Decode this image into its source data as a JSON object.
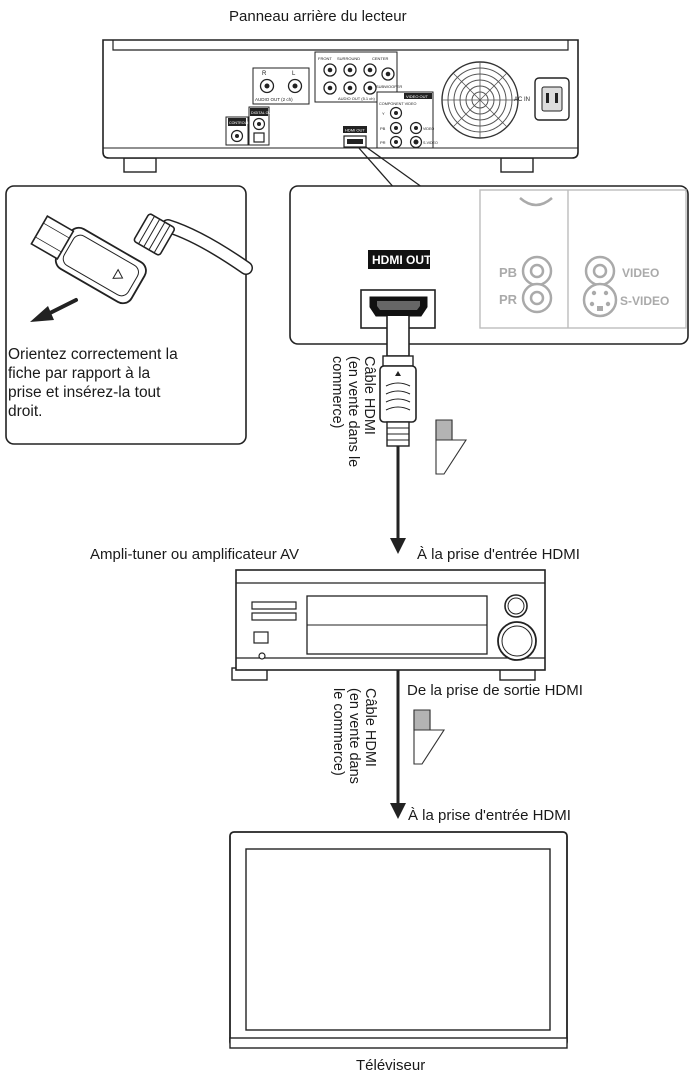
{
  "labels": {
    "player_rear_panel": "Panneau arrière du lecteur",
    "plug_instruction": [
      "Orientez correctement la",
      "fiche par rapport à la",
      "prise et insérez-la tout",
      "droit."
    ],
    "hdmi_out_badge": "HDMI OUT",
    "jack_pb": "PB",
    "jack_pr": "PR",
    "jack_video": "VIDEO",
    "jack_svideo": "S-VIDEO",
    "cable_label_1": [
      "Câble HDMI",
      "(en vente dans le",
      "commerce)"
    ],
    "amp_label": "Ampli-tuner ou amplificateur AV",
    "to_hdmi_input_1": "À la prise d'entrée HDMI",
    "from_hdmi_output": "De la prise de sortie HDMI",
    "cable_label_2": [
      "Câble HDMI",
      "(en vente dans",
      "le commerce)"
    ],
    "to_hdmi_input_2": "À la prise d'entrée HDMI",
    "tv_label": "Téléviseur"
  },
  "rear_panel_text": {
    "ac_in": "AC IN",
    "control_in": "CONTROL IN",
    "digital_out": "DIGITAL OUT",
    "coaxial": "COAXIAL",
    "optical": "OPTICAL",
    "audio_out_2ch": "AUDIO OUT (2 ch)",
    "audio_out_51": "AUDIO OUT (5.1 ch)",
    "front": "FRONT",
    "surround": "SURROUND",
    "center": "CENTER",
    "subwoofer": "SUBWOOFER",
    "hdmi_out_small": "HDMI OUT",
    "video_out": "VIDEO OUT",
    "component_video": "COMPONENT VIDEO",
    "y": "Y",
    "pb_small": "PB",
    "pr_small": "PR",
    "video_small": "VIDEO",
    "svideo_small": "S-VIDEO",
    "l": "L",
    "r": "R"
  }
}
